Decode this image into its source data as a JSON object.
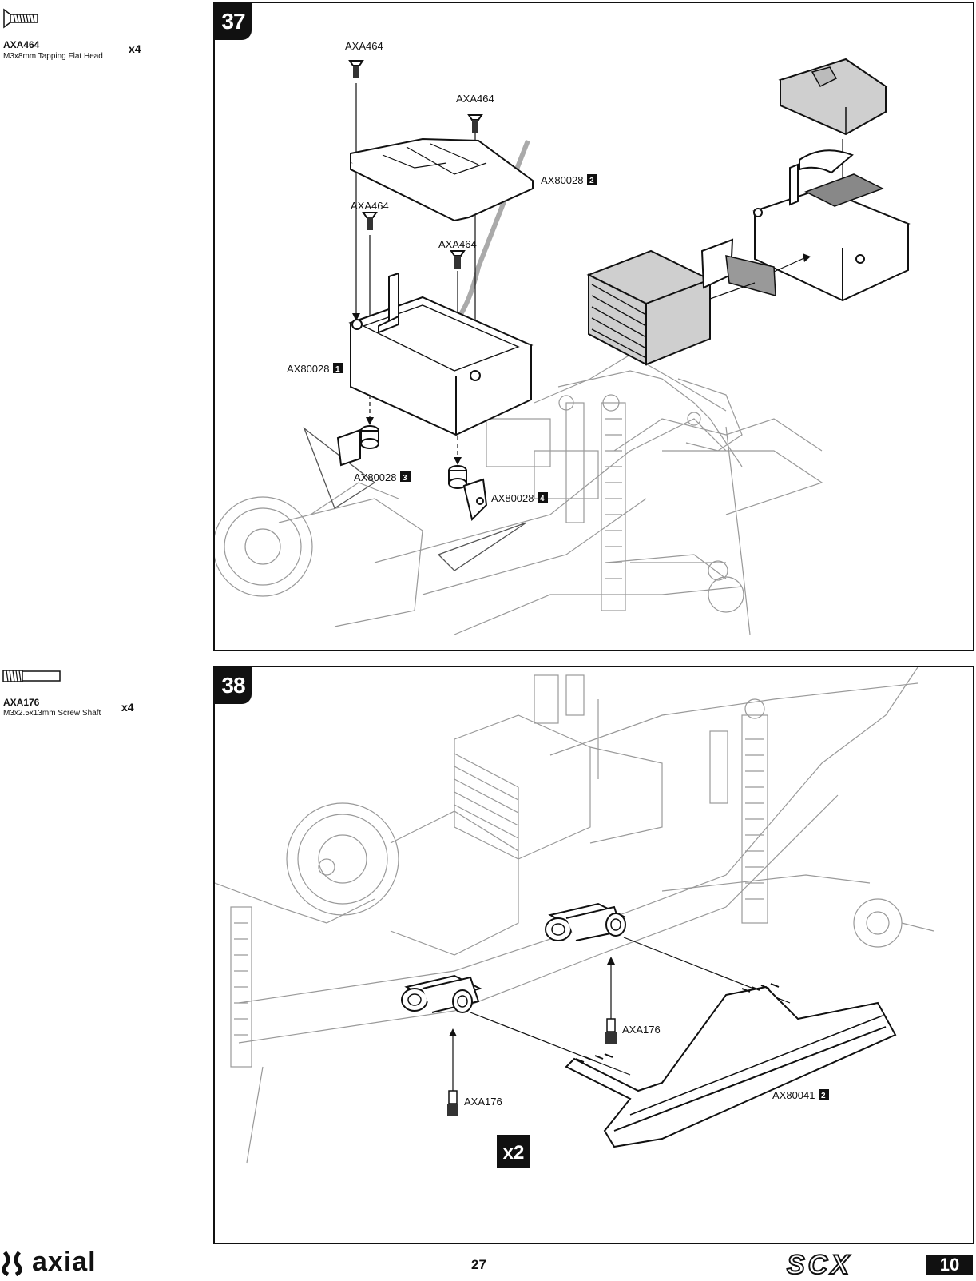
{
  "sidebar": {
    "parts": [
      {
        "code": "AXA464",
        "description": "M3x8mm Tapping Flat Head",
        "qty": "x4"
      },
      {
        "code": "AXA176",
        "description": "M3x2.5x13mm Screw Shaft",
        "qty": "x4"
      }
    ]
  },
  "step37": {
    "number": "37",
    "labels": {
      "screw_a": "AXA464",
      "screw_b": "AXA464",
      "screw_c": "AXA464",
      "screw_d": "AXA464",
      "lid": "AX80028",
      "lid_num": "2",
      "box": "AX80028",
      "box_num": "1",
      "mount_left": "AX80028",
      "mount_left_num": "3",
      "mount_right": "AX80028",
      "mount_right_num": "4"
    }
  },
  "step38": {
    "number": "38",
    "labels": {
      "shaft_right": "AXA176",
      "shaft_left": "AXA176",
      "bumper": "AX80041",
      "bumper_num": "2"
    },
    "multiplier": "x2"
  },
  "footer": {
    "brand": "axial",
    "page_number": "27",
    "model": "SCX",
    "model_badge": "10"
  }
}
